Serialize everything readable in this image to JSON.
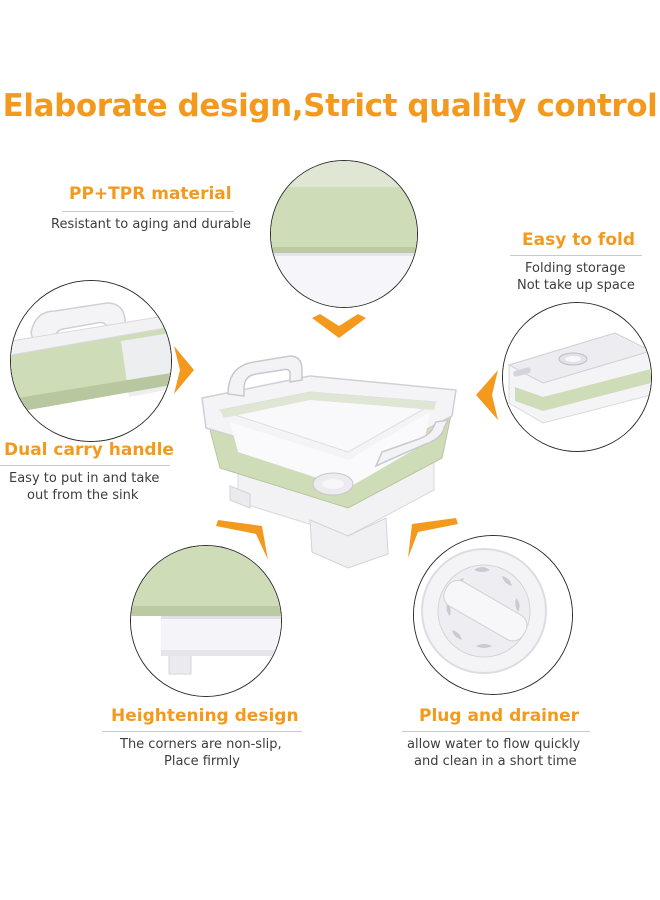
{
  "headline": "Elaborate design,Strict quality control",
  "colors": {
    "accent": "#f39a1e",
    "basket_green": "#cfdcb8",
    "rim_white": "#f4f4f6",
    "outline": "#2b2b2b"
  },
  "features": {
    "material": {
      "title": "PP+TPR material",
      "desc": [
        "Resistant to aging and durable"
      ]
    },
    "fold": {
      "title": "Easy to fold",
      "desc": [
        "Folding storage",
        "Not take up space"
      ]
    },
    "handle": {
      "title": "Dual carry handle",
      "desc": [
        "Easy to put in and take",
        "out from the sink"
      ]
    },
    "height": {
      "title": "Heightening design",
      "desc": [
        "The corners are non-slip,",
        "Place firmly"
      ]
    },
    "plug": {
      "title": "Plug and drainer",
      "desc": [
        "allow water to flow quickly",
        "and clean in a short time"
      ]
    }
  },
  "icons": [
    "chevron-down-icon",
    "chevron-right-icon",
    "chevron-left-icon",
    "chevron-up-right-icon",
    "chevron-up-left-icon"
  ]
}
